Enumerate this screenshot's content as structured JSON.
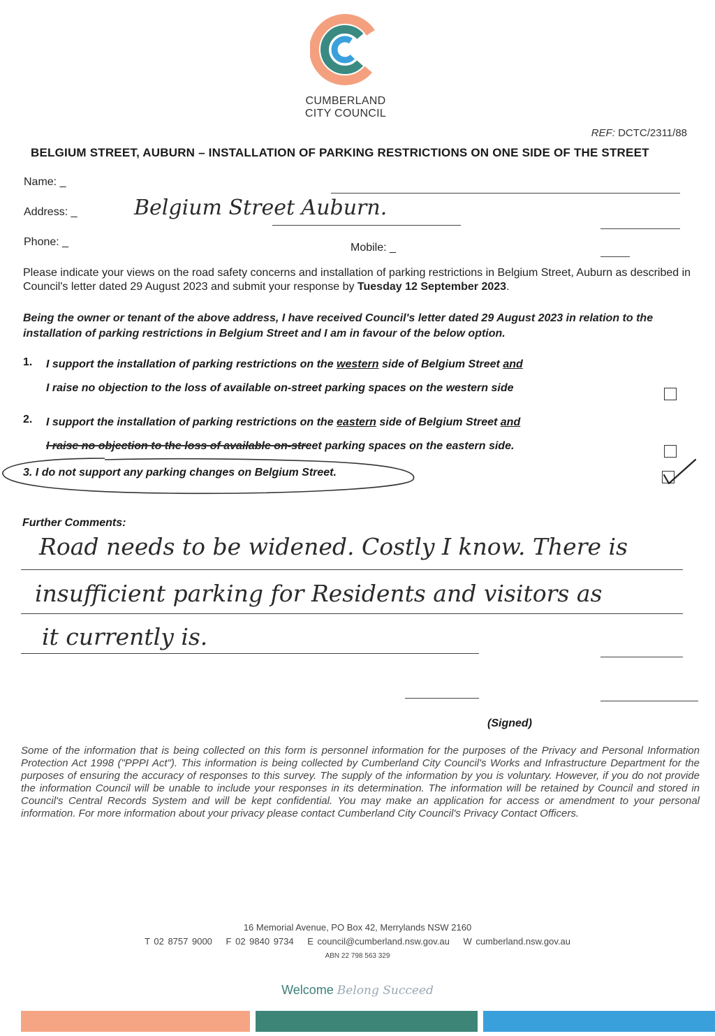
{
  "header": {
    "org_line1": "CUMBERLAND",
    "org_line2": "CITY COUNCIL",
    "ref_label": "REF:",
    "ref_value": "DCTC/2311/88",
    "title": "BELGIUM STREET, AUBURN – INSTALLATION OF PARKING RESTRICTIONS ON ONE SIDE OF THE STREET",
    "logo_colors": [
      "#f4a07f",
      "#3a8a82",
      "#3aa0dc"
    ]
  },
  "form": {
    "name_label": "Name: _",
    "address_label": "Address: _",
    "address_value": "Belgium Street Auburn.",
    "phone_label": "Phone: _",
    "mobile_label": "Mobile: _"
  },
  "intro": {
    "text_a": "Please indicate your views on the road safety concerns and installation of parking restrictions in Belgium Street, Auburn as described in Council's letter dated 29 August 2023 and submit your response by ",
    "deadline": "Tuesday 12 September 2023",
    "text_b": "."
  },
  "declaration": "Being the owner or tenant of the above address, I have received Council's letter dated 29 August 2023 in relation to the installation of parking restrictions in Belgium Street and I am in favour of the below option.",
  "options": [
    {
      "num": "1.",
      "l1_a": "I support the installation of parking restrictions on the ",
      "l1_u": "western",
      "l1_b": " side of Belgium Street ",
      "l1_and": "and",
      "l2": "I raise no objection to the loss of available on-street parking spaces on the western side",
      "checked": false
    },
    {
      "num": "2.",
      "l1_a": "I support the installation of parking restrictions on the ",
      "l1_u": "eastern",
      "l1_b": " side of Belgium Street ",
      "l1_and": "and",
      "l2": "I raise no objection to the loss of available on-street parking spaces on the eastern side.",
      "checked": false
    },
    {
      "num": "3.",
      "text": "I do not support any parking changes on Belgium Street.",
      "checked": true
    }
  ],
  "comments": {
    "label": "Further Comments:",
    "line1": "Road needs to be widened. Costly I know. There is",
    "line2": "insufficient parking for Residents and visitors as",
    "line3": "it currently is."
  },
  "signed_label": "(Signed)",
  "privacy_text": "Some of the information that is being collected on this form is personnel information for the purposes of the Privacy and Personal Information Protection Act 1998 (\"PPPI Act\"). This information is being collected by Cumberland City Council's Works and Infrastructure Department for the purposes of ensuring the accuracy of responses to this survey. The supply of the information by you is voluntary. However, if you do not provide the information Council will be unable to include your responses in its determination. The information will be retained by Council and stored in Council's Central Records System and will be kept confidential. You may make an application for access or amendment to your personal information. For more information about your privacy please contact Cumberland City Council's Privacy Contact Officers.",
  "footer": {
    "address": "16 Memorial Avenue, PO Box 42, Merrylands NSW 2160",
    "phone": "T 02 8757 9000",
    "fax": "F 02 9840 9734",
    "email": "E council@cumberland.nsw.gov.au",
    "web": "W cumberland.nsw.gov.au",
    "abn": "ABN 22 798 563 329",
    "welcome": "Welcome",
    "tagline": "Belong Succeed",
    "band_colors": [
      "#f6a584",
      "#3d8577",
      "#3aa0dc"
    ]
  }
}
